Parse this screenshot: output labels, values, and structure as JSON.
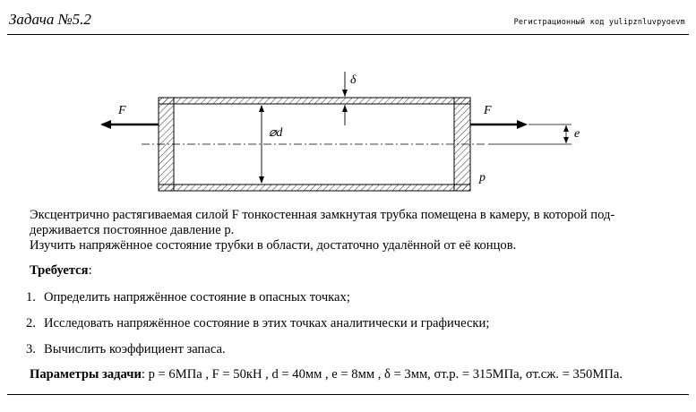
{
  "header": {
    "title": "Задача №5.2",
    "reg_code": "Регистрационный код yulipznluvpyoevm"
  },
  "diagram": {
    "label_F_left": "F",
    "label_F_right": "F",
    "label_delta": "δ",
    "label_diameter": "⌀d",
    "label_e": "e",
    "label_p": "p"
  },
  "text": {
    "para1_line1": "Эксцентрично растягиваемая силой F тонкостенная замкнутая трубка помещена в камеру, в которой под-",
    "para1_line2": "держивается постоянное давление p.",
    "para2": "Изучить напряжённое состояние трубки в области, достаточно удалённой от её концов.",
    "required_label": "Требуется",
    "required_colon": ":"
  },
  "tasks": [
    {
      "num": "1.",
      "text": "Определить напряжённое состояние в опасных точках;"
    },
    {
      "num": "2.",
      "text": "Исследовать напряжённое состояние в этих точках аналитически и графически;"
    },
    {
      "num": "3.",
      "text": "Вычислить коэффициент запаса."
    }
  ],
  "params": {
    "label": "Параметры задачи",
    "text": ": p = 6МПа , F = 50кН , d = 40мм , e = 8мм , δ = 3мм, σт.р. = 315МПа, σт.сж. = 350МПа."
  }
}
